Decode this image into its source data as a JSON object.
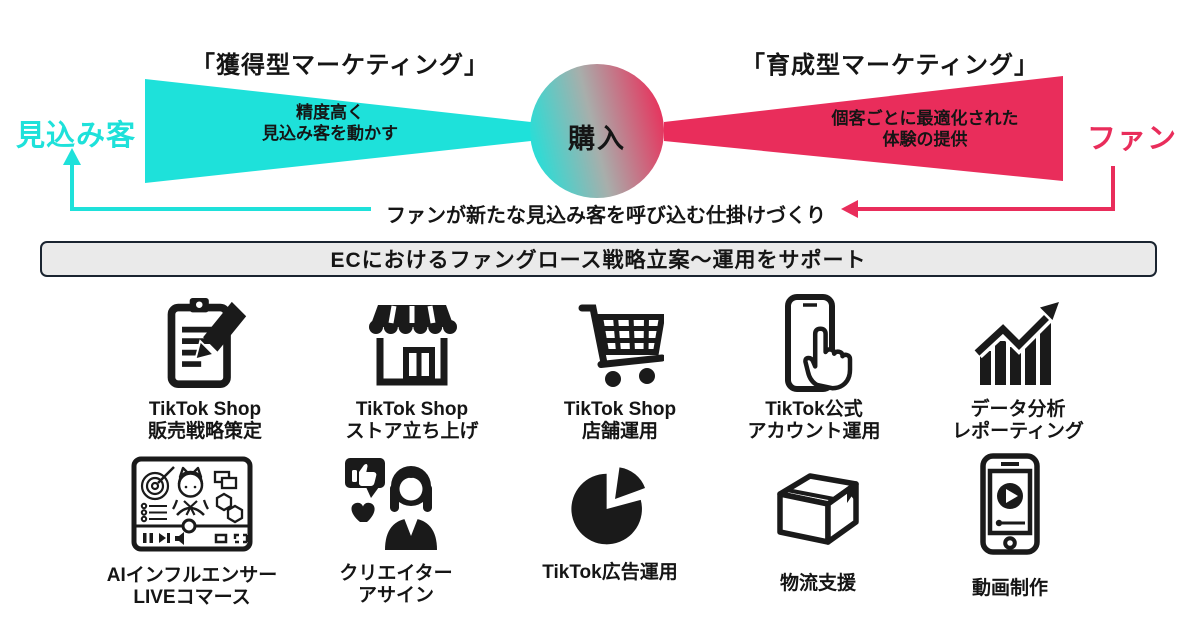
{
  "diagram": {
    "acquisition_heading": "「獲得型マーケティング」",
    "nurture_heading": "「育成型マーケティング」",
    "prospect_label": "見込み客",
    "fan_label": "ファン",
    "purchase_label": "購入",
    "acquisition_lines": [
      "精度高く",
      "見込み客を動かす"
    ],
    "nurture_lines": [
      "個客ごとに最適化された",
      "体験の提供"
    ],
    "loop_caption": "ファンが新たな見込み客を呼び込む仕掛けづくり",
    "colors": {
      "cyan": "#1EE1DA",
      "pink": "#E92D5B",
      "gradient_mid": "#A8AEAB"
    }
  },
  "banner": {
    "text": "ECにおけるファングロース戦略立案〜運用をサポート",
    "background": "#EAEAEA",
    "border": "#1A2430"
  },
  "services": {
    "row1": [
      {
        "icon": "clipboard-pencil-icon",
        "lines": [
          "TikTok Shop",
          "販売戦略策定"
        ]
      },
      {
        "icon": "storefront-icon",
        "lines": [
          "TikTok Shop",
          "ストア立ち上げ"
        ]
      },
      {
        "icon": "shopping-cart-icon",
        "lines": [
          "TikTok Shop",
          "店舗運用"
        ]
      },
      {
        "icon": "phone-tap-icon",
        "lines": [
          "TikTok公式",
          "アカウント運用"
        ]
      },
      {
        "icon": "growth-chart-icon",
        "lines": [
          "データ分析",
          "レポーティング"
        ]
      }
    ],
    "row2": [
      {
        "icon": "ai-live-commerce-icon",
        "lines": [
          "AIインフルエンサー",
          "LIVEコマース"
        ]
      },
      {
        "icon": "creator-assign-icon",
        "lines": [
          "クリエイター",
          "アサイン"
        ]
      },
      {
        "icon": "pie-chart-icon",
        "lines": [
          "TikTok広告運用"
        ]
      },
      {
        "icon": "package-box-icon",
        "lines": [
          "物流支援"
        ]
      },
      {
        "icon": "video-production-icon",
        "lines": [
          "動画制作"
        ]
      }
    ]
  }
}
